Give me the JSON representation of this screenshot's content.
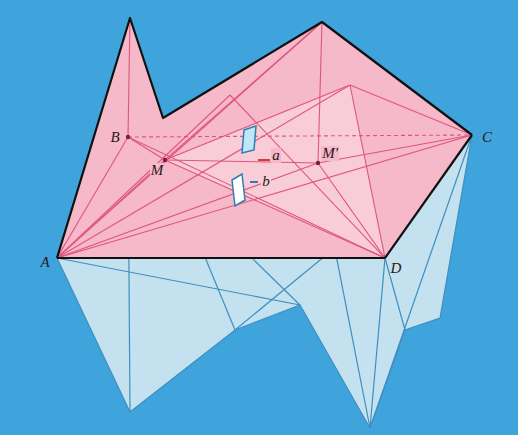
{
  "diagram": {
    "labels": [
      "B",
      "M",
      "a",
      "M'",
      "b",
      "C",
      "A",
      "D"
    ]
  }
}
